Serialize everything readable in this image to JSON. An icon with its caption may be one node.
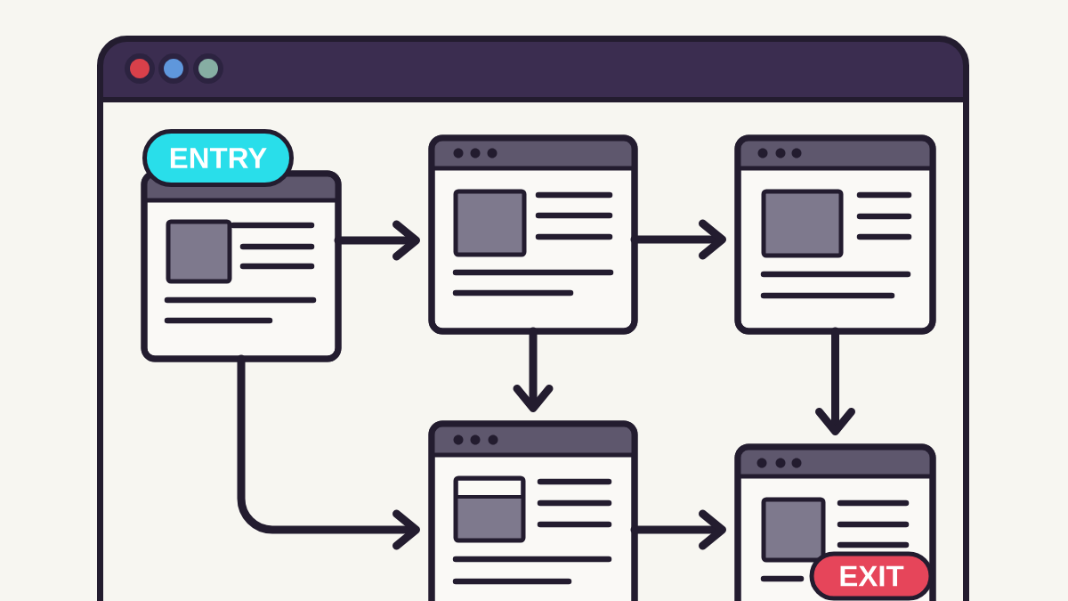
{
  "diagram": {
    "nodes": [
      {
        "text": [],
        "shape": "box"
      },
      {
        "text": [
          "ENTRY"
        ],
        "in": 0
      },
      {
        "text": [],
        "shape": "picture",
        "in": 0
      },
      {
        "text": [],
        "shape": "picture",
        "in": 0
      },
      {
        "text": [],
        "shape": "picture",
        "in": 0
      },
      {
        "text": [],
        "shape": "picture",
        "in": 0
      },
      {
        "text": [],
        "shape": "picture",
        "in": 0
      },
      {
        "text": [
          "EXIT"
        ],
        "in": 6
      }
    ],
    "edges": [
      {
        "from": 2,
        "to": 3,
        "arrow": "to"
      },
      {
        "from": 3,
        "to": 4,
        "arrow": "to"
      },
      {
        "from": 3,
        "to": 5,
        "arrow": "to"
      },
      {
        "from": 4,
        "to": 6,
        "arrow": "to"
      },
      {
        "from": 2,
        "to": 5,
        "arrow": "to"
      },
      {
        "from": 5,
        "to": 6,
        "arrow": "to"
      }
    ]
  }
}
